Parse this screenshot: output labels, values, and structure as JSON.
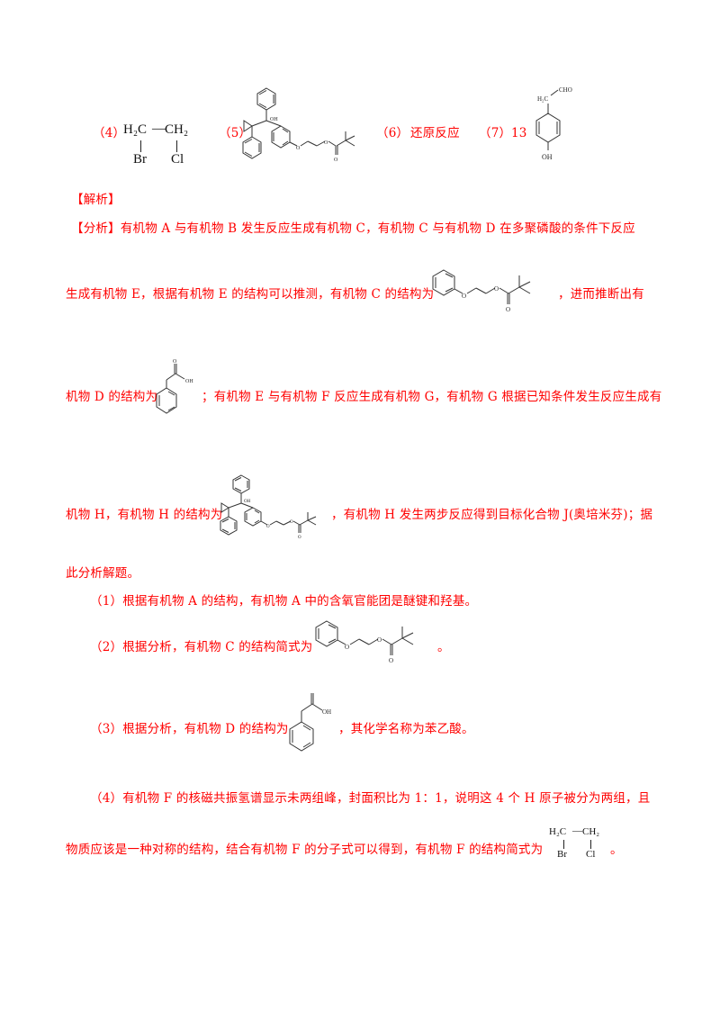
{
  "answers_row": {
    "item4": {
      "label": "（4）",
      "structure": {
        "top_left": "H₂C",
        "bond": "—",
        "top_right": "CH₂",
        "bottom_left": "Br",
        "bottom_right": "Cl"
      }
    },
    "item5": {
      "label": "（5）",
      "structure": {
        "oh_label": "OH",
        "o1": "O",
        "o2": "O",
        "o3": "O"
      }
    },
    "item6": {
      "label": "（6）",
      "value": "还原反应"
    },
    "item7": {
      "label": "（7）",
      "value": "13",
      "structure": {
        "top_left": "H₂C",
        "top_right": "CHO",
        "bottom": "OH"
      }
    }
  },
  "section_title": "【解析】",
  "analysis": {
    "tag": "【分析】",
    "line1": "有机物 A 与有机物 B 发生反应生成有机物 C，有机物 C 与有机物 D 在多聚磷酸的条件下反应",
    "line2_pre": "生成有机物 E，根据有机物 E 的结构可以推测，有机物 C 的结构为",
    "line2_post": "，进而推断出有",
    "line3_pre": "机物 D 的结构为",
    "line3_post": "；有机物 E 与有机物 F 反应生成有机物 G，有机物 G 根据已知条件发生反应生成有",
    "line4_pre": "机物 H，有机物 H 的结构为",
    "line4_post": "，有机物 H 发生两步反应得到目标化合物 J(奥培米芬)；据",
    "line5": "此分析解题。"
  },
  "answers": {
    "q1": "（1）根据有机物 A 的结构，有机物 A 中的含氧官能团是醚键和羟基。",
    "q2_pre": "（2）根据分析，有机物 C 的结构简式为",
    "q2_post": "。",
    "q3_pre": "（3）根据分析，有机物 D 的结构为",
    "q3_post": "，其化学名称为苯乙酸。",
    "q4_line1": "（4）有机物 F 的核磁共振氢谱显示未两组峰，封面积比为 1：1，说明这 4 个 H 原子被分为两组，且",
    "q4_line2_pre": "物质应该是一种对称的结构，结合有机物 F 的分子式可以得到，有机物 F 的结构简式为",
    "q4_line2_post": "。"
  },
  "chem_labels": {
    "O": "O",
    "OH": "OH",
    "H2C": "H₂C",
    "CH2": "CH₂",
    "CHO": "CHO",
    "Br": "Br",
    "Cl": "Cl"
  },
  "colors": {
    "text": "#ff0000",
    "structure": "#333333",
    "background": "#ffffff"
  }
}
